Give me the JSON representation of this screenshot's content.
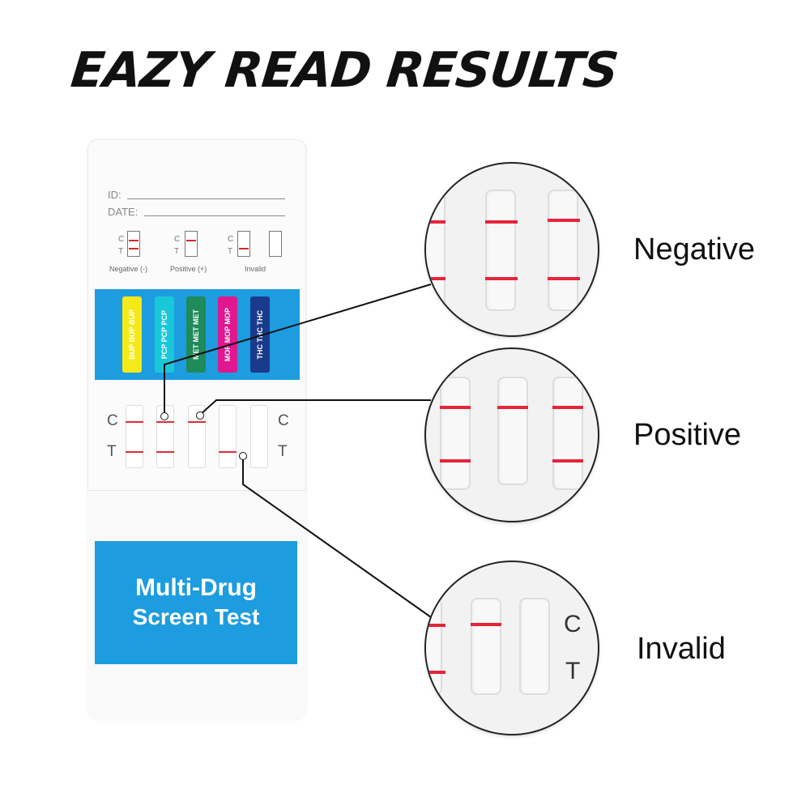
{
  "headline": "EAZY READ RESULTS",
  "card": {
    "id_label": "ID:",
    "date_label": "DATE:",
    "legend": {
      "c": "C",
      "t": "T",
      "negative": "Negative (-)",
      "positive": "Positive (+)",
      "invalid": "Invalid"
    },
    "strips": [
      {
        "label": "BUP BUP BUP",
        "color": "#f4ea1a",
        "text_color": "#ffffff"
      },
      {
        "label": "PCP PCP PCP",
        "color": "#19c8d8",
        "text_color": "#ffffff"
      },
      {
        "label": "MET MET MET",
        "color": "#1f8a5a",
        "text_color": "#ffffff"
      },
      {
        "label": "MOP MOP MOP",
        "color": "#e0178f",
        "text_color": "#ffffff"
      },
      {
        "label": "THC THC THC",
        "color": "#1a3a8c",
        "text_color": "#ffffff"
      }
    ],
    "c_letter": "C",
    "t_letter": "T",
    "product_name_line1": "Multi-Drug",
    "product_name_line2": "Screen Test",
    "accent_color": "#1d9ce0"
  },
  "results": {
    "negative": "Negative",
    "positive": "Positive",
    "invalid": "Invalid",
    "zoom_c": "C",
    "zoom_t": "T",
    "line_color": "#e5253a"
  }
}
